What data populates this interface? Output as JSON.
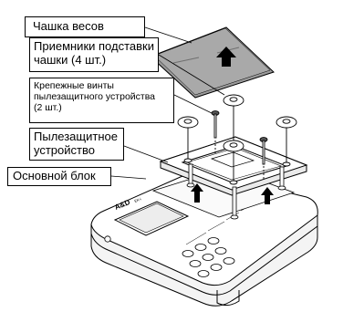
{
  "labels": {
    "pan": "Чашка весов",
    "pan_receivers": [
      "Приемники подставки",
      "чашки (4 шт.)"
    ],
    "fixing_screws": [
      "Крепежные винты",
      "пылезащитного устройства",
      "(2 шт.)"
    ],
    "windshield": [
      "Пылезащитное",
      "устройство"
    ],
    "main_unit": "Основной блок"
  },
  "brand_logo": "A&D",
  "colors": {
    "pan_fill": "#a9a9a9",
    "line": "#000000",
    "background": "#ffffff"
  }
}
